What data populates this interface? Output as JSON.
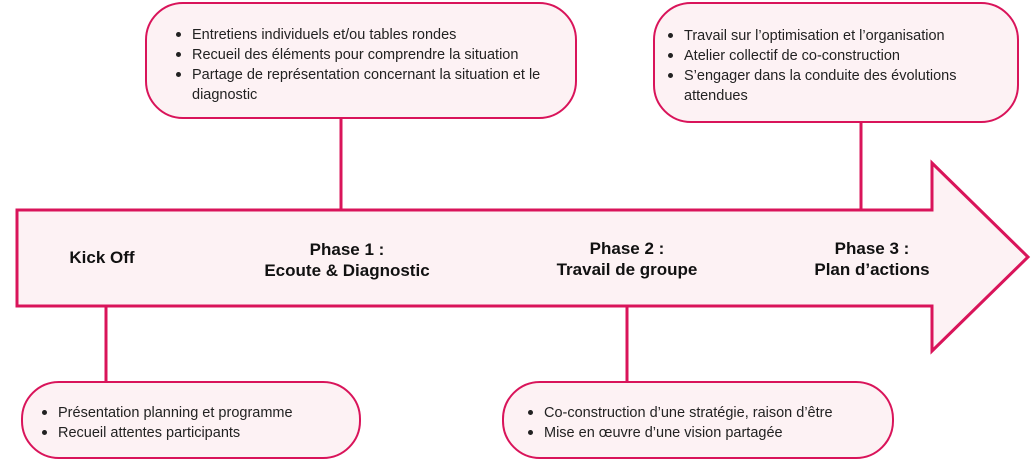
{
  "colors": {
    "accent": "#d9145a",
    "fill": "#fdf2f4",
    "text": "#222222"
  },
  "phases": [
    {
      "line1": "Kick Off",
      "line2": ""
    },
    {
      "line1": "Phase 1 :",
      "line2": "Ecoute & Diagnostic"
    },
    {
      "line1": "Phase 2 :",
      "line2": "Travail de groupe"
    },
    {
      "line1": "Phase 3 :",
      "line2": "Plan d’actions"
    }
  ],
  "boxes": {
    "phase1": {
      "items": [
        "Entretiens individuels et/ou tables rondes",
        "Recueil des éléments pour comprendre la situation",
        "Partage de représentation concernant la situation et le diagnostic"
      ]
    },
    "phase3": {
      "items": [
        "Travail sur l’optimisation et l’organisation",
        "Atelier collectif de co-construction",
        "S’engager dans la conduite des évolutions attendues"
      ]
    },
    "kickoff": {
      "items": [
        "Présentation planning et programme",
        "Recueil attentes participants"
      ]
    },
    "phase2": {
      "items": [
        "Co-construction d’une stratégie, raison d’être",
        "Mise en œuvre d’une vision partagée"
      ]
    }
  }
}
